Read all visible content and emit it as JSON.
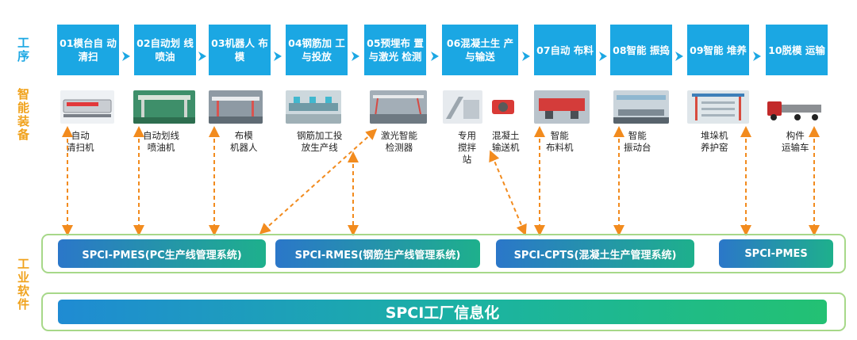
{
  "side_labels": {
    "process": "工序",
    "equipment": "智能装备",
    "software": "工业软件"
  },
  "steps": [
    {
      "label": "01模台自\n动清扫"
    },
    {
      "label": "02自动划\n线喷油"
    },
    {
      "label": "03机器人\n布模"
    },
    {
      "label": "04钢筋加\n工与投放"
    },
    {
      "label": "05预埋布\n置与激光\n检测"
    },
    {
      "label": "06混凝土生\n产与输送"
    },
    {
      "label": "07自动\n布料"
    },
    {
      "label": "08智能\n振捣"
    },
    {
      "label": "09智能\n堆养"
    },
    {
      "label": "10脱模\n运输"
    }
  ],
  "equipment": [
    {
      "label": "自动\n清扫机",
      "icon": "sweeper-machine-photo"
    },
    {
      "label": "自动划线\n喷油机",
      "icon": "oil-spray-machine-photo"
    },
    {
      "label": "布模\n机器人",
      "icon": "mold-robot-photo"
    },
    {
      "label": "钢筋加工投\n放生产线",
      "icon": "rebar-line-photo"
    },
    {
      "label": "激光智能\n检测器",
      "icon": "laser-detector-photo"
    },
    {
      "label": "专用\n搅拌\n站",
      "icon": "mixing-station-photo"
    },
    {
      "label": "混凝土\n输送机",
      "icon": "concrete-conveyor-photo"
    },
    {
      "label": "智能\n布料机",
      "icon": "distributor-photo"
    },
    {
      "label": "智能\n振动台",
      "icon": "vibration-table-photo"
    },
    {
      "label": "堆垛机\n养护窑",
      "icon": "stacker-kiln-photo"
    },
    {
      "label": "构件\n运输车",
      "icon": "transport-truck-photo"
    }
  ],
  "systems": [
    {
      "label": "SPCI-PMES(PC生产线管理系统)"
    },
    {
      "label": "SPCI-RMES(钢筋生产线管理系统)"
    },
    {
      "label": "SPCI-CPTS(混凝土生产管理系统)"
    },
    {
      "label": "SPCI-PMES"
    }
  ],
  "info_bar": "SPCI工厂信息化",
  "colors": {
    "step_blue": "#1ba7e3",
    "arrow_orange": "#f28b1e",
    "frame_green": "#a7d889",
    "label_orange": "#f0a21c"
  }
}
